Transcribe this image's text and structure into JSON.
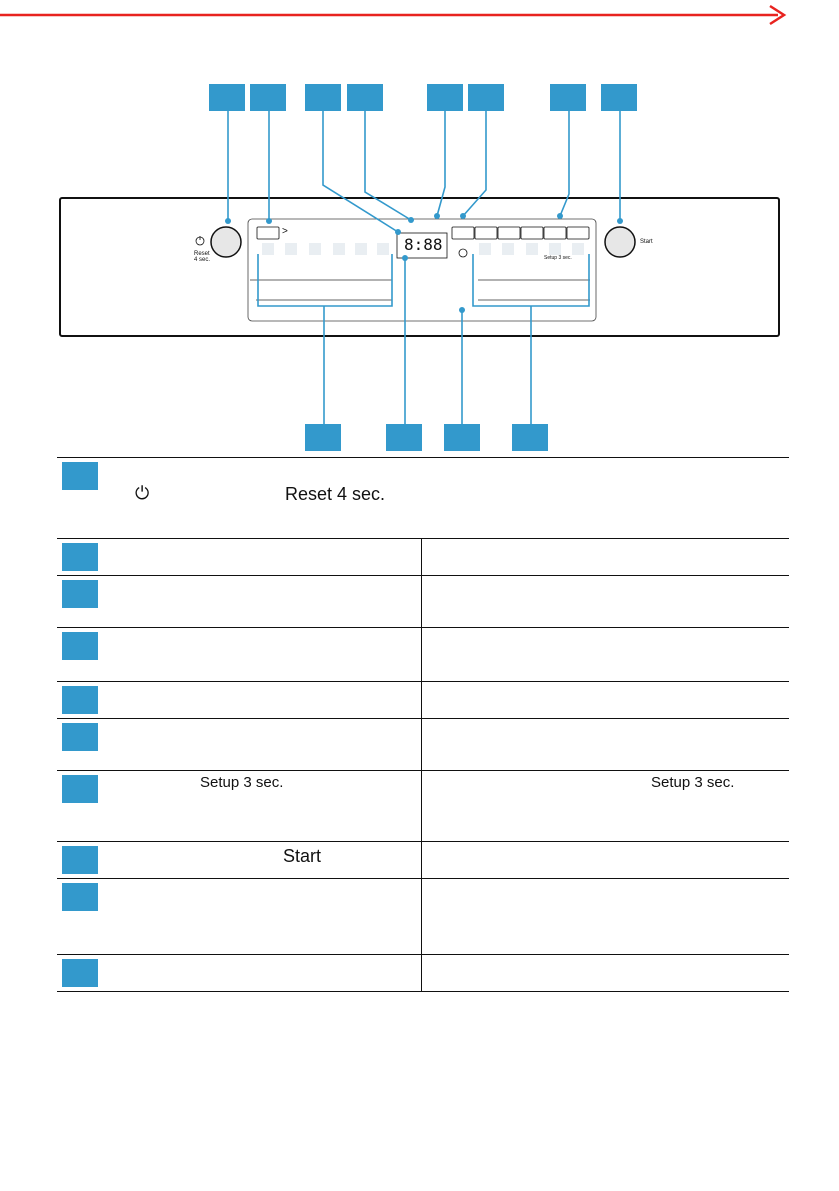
{
  "page": {
    "continuation_arrow": "arrow-right-icon"
  },
  "panel": {
    "power_button_label": "Reset\n4 sec.",
    "start_button_label": "Start",
    "setup_label": "Setup 3 sec.",
    "display_readout": "8:88",
    "program_arrow": ">"
  },
  "callouts": {
    "top_count": 8,
    "bottom_count": 4,
    "color": "#3399cc"
  },
  "table": {
    "rows": [
      {
        "left_text": "",
        "right_text": "",
        "inline": [
          {
            "text": "⏻",
            "kind": "icon"
          },
          {
            "text": "Reset 4 sec.",
            "kind": "text"
          }
        ]
      },
      {
        "left_text": "",
        "right_text": "",
        "inline": []
      },
      {
        "left_text": "",
        "right_text": "",
        "inline": []
      },
      {
        "left_text": "",
        "right_text": "",
        "inline": []
      },
      {
        "left_text": "",
        "right_text": "",
        "inline": []
      },
      {
        "left_text": "",
        "right_text": "",
        "inline": []
      },
      {
        "left_text": "",
        "right_text": "",
        "inline": [
          {
            "text": "Setup 3 sec.",
            "kind": "text"
          },
          {
            "text": "Setup 3 sec.",
            "kind": "text"
          }
        ]
      },
      {
        "left_text": "",
        "right_text": "",
        "inline": [
          {
            "text": "Start",
            "kind": "text"
          }
        ]
      },
      {
        "left_text": "",
        "right_text": "",
        "inline": []
      },
      {
        "left_text": "",
        "right_text": "",
        "inline": []
      }
    ]
  }
}
